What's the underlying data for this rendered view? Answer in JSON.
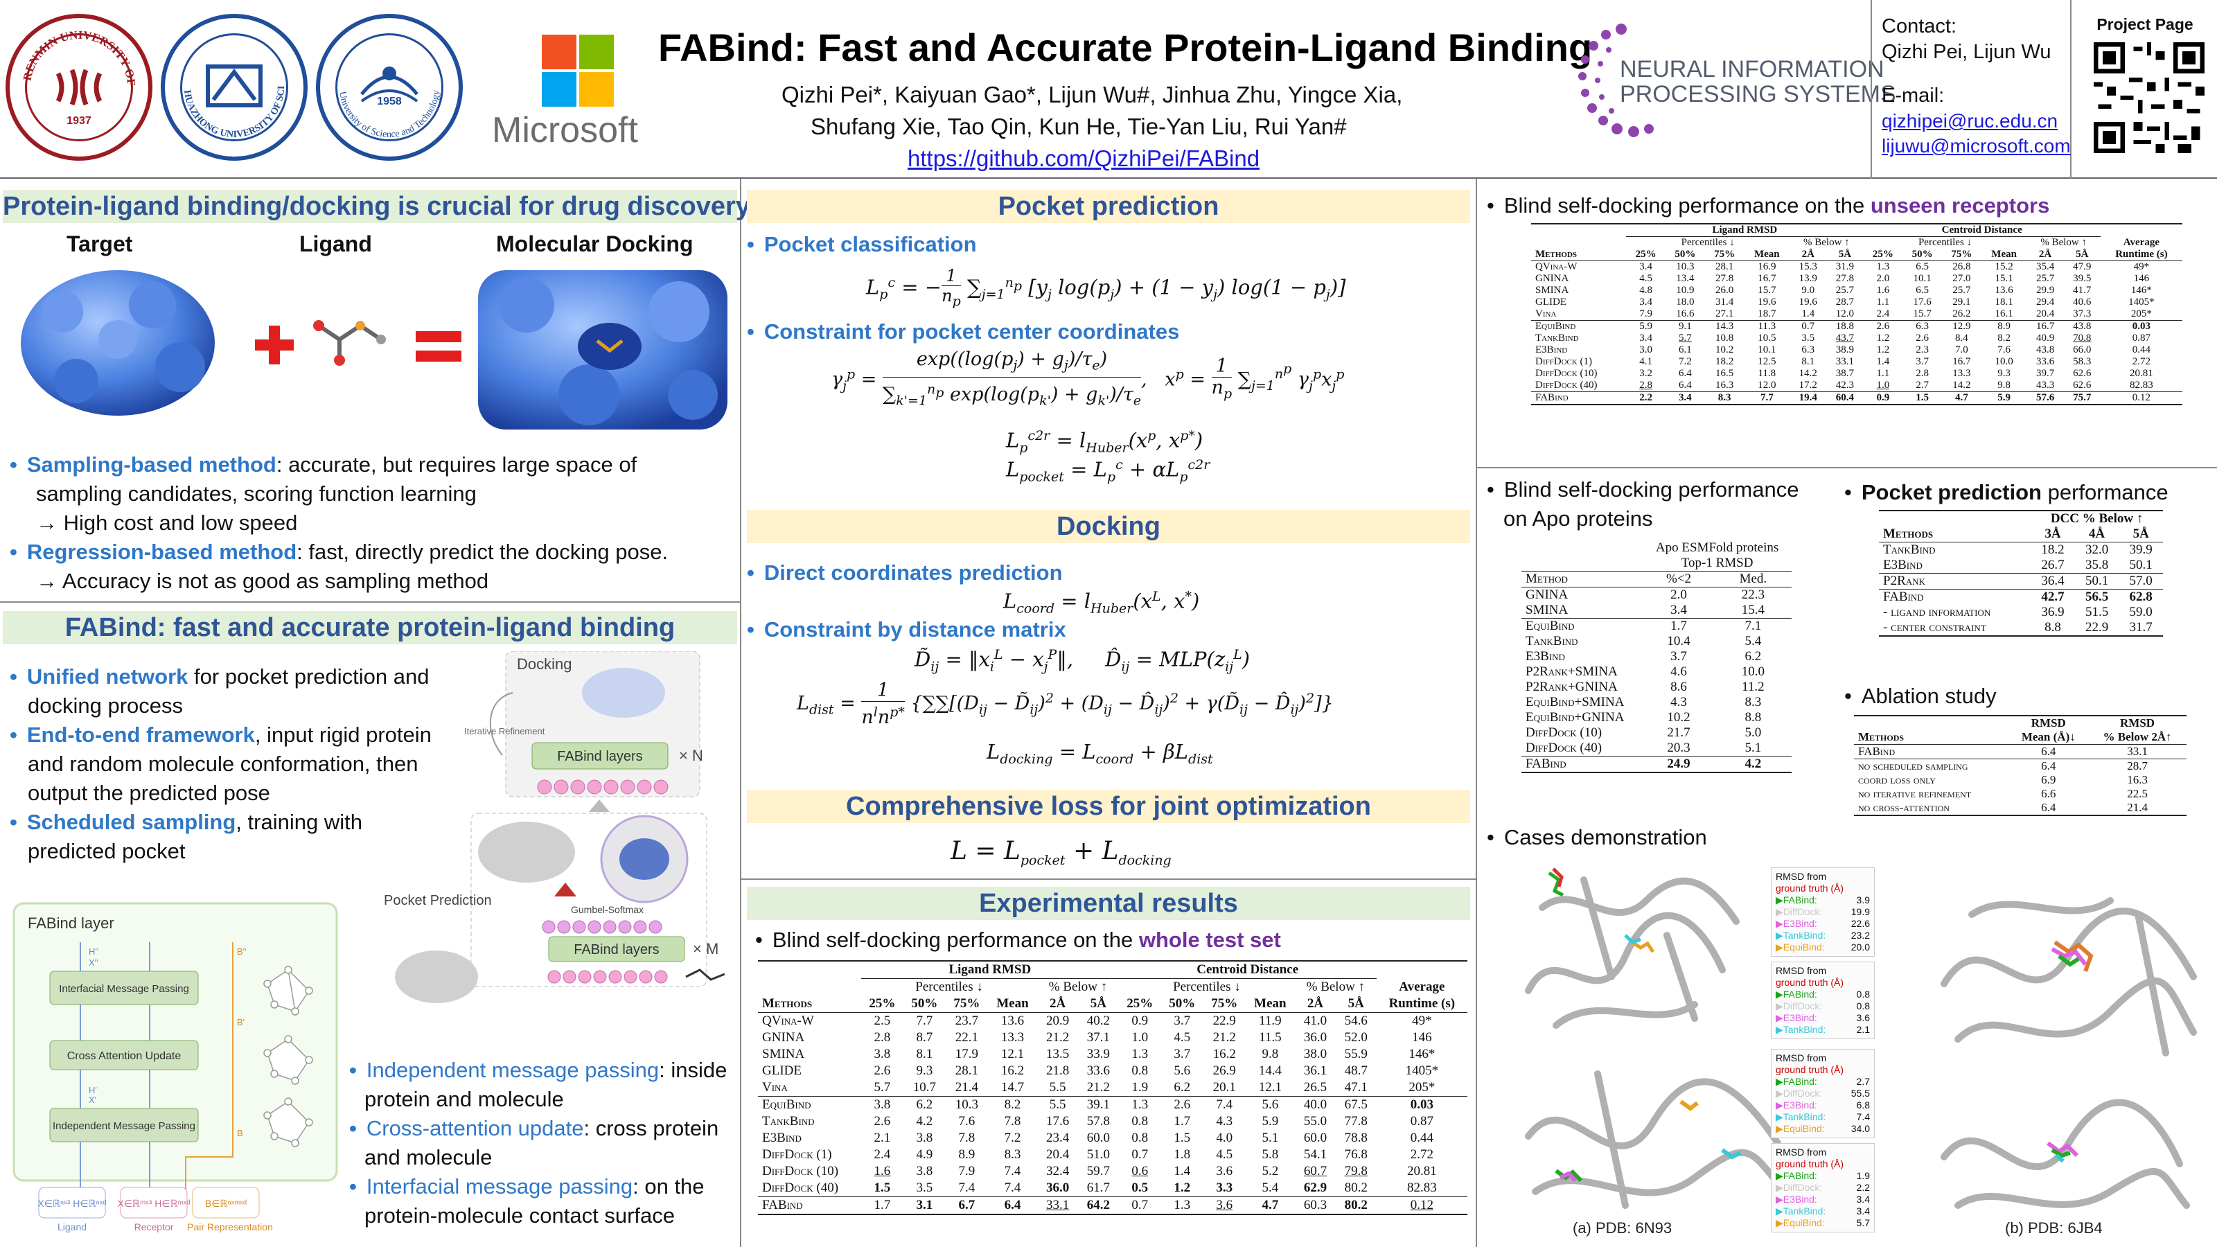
{
  "header": {
    "title": "FABind: Fast and Accurate Protein-Ligand Binding",
    "authors_line1": "Qizhi Pei*, Kaiyuan Gao*, Lijun Wu#, Jinhua Zhu, Yingce Xia,",
    "authors_line2": "Shufang Xie, Tao Qin, Kun He, Tie-Yan Liu, Rui Yan#",
    "repo": "https://github.com/QizhiPei/FABind",
    "microsoft": "Microsoft",
    "neurips": [
      "NEURAL INFORMATION",
      "PROCESSING SYSTEMS"
    ],
    "logo_ruc_text": "RENMIN UNIVERSITY OF CHINA",
    "logo_ruc_year": "1937",
    "logo_hust_text": "HUAZHONG UNIVERSITY OF SCIENCE AND TECHNOLOGY",
    "logo_ustc_text": "University of Science and Technology of China",
    "logo_ustc_year": "1958",
    "contact_label": "Contact:",
    "contact_names": "Qizhi Pei, Lijun Wu",
    "email_label": "E-mail:",
    "email1": "qizhipei@ruc.edu.cn",
    "email2": "lijuwu@microsoft.com",
    "project_page": "Project Page"
  },
  "colors": {
    "accent_blue": "#2f78c8",
    "title_blue": "#2f5597",
    "purple": "#7030a0",
    "green_bg": "#e2efd9",
    "yellow_bg": "#fff2cc"
  },
  "col1": {
    "sec1_title": "Protein-ligand binding/docking is crucial for drug discovery",
    "fig_target": "Target",
    "fig_ligand": "Ligand",
    "fig_docking": "Molecular Docking",
    "b1_strong": "Sampling-based method",
    "b1_rest": ": accurate, but requires large space of",
    "b1_line2": "sampling candidates, scoring function learning",
    "b1_line3": "→ High cost and low speed",
    "b2_strong": "Regression-based method",
    "b2_rest": ": fast, directly predict the docking pose.",
    "b2_line2": "→ Accuracy is not as good as sampling method",
    "sec2_title": "FABind: fast and accurate protein-ligand binding",
    "c1_strong": "Unified network",
    "c1_rest": " for pocket prediction and",
    "c1_line2": "docking process",
    "c2_strong": "End-to-end framework",
    "c2_rest": ", input rigid protein",
    "c2_line2": "and random molecule conformation, then",
    "c2_line3": "output the predicted pose",
    "c3_strong": "Scheduled sampling",
    "c3_rest": ", training with",
    "c3_line2": "predicted pocket",
    "d1_strong": "Independent message passing",
    "d1_rest": ": inside",
    "d1_line2": "protein and molecule",
    "d2_strong": "Cross-attention update",
    "d2_rest": ": cross protein",
    "d2_line2": "and molecule",
    "d3_strong": "Interfacial message passing",
    "d3_rest": ": on the",
    "d3_line2": "protein-molecule contact surface",
    "diag": {
      "layer_title": "FABind layer",
      "interfacial": "Interfacial Message Passing",
      "cross_att": "Cross Attention Update",
      "independent": "Independent Message Passing",
      "ligand": "Ligand",
      "receptor": "Receptor",
      "pair": "Pair Representation",
      "docking": "Docking",
      "iterative": "Iterative Refinement",
      "fabind_layers": "FABind layers",
      "xN": "× N",
      "xM": "× M",
      "pocket_pred": "Pocket Prediction",
      "gumbel": "Gumbel-Softmax",
      "h_labels": [
        "H''",
        "X''",
        "H'",
        "X'",
        "B''",
        "B'",
        "B"
      ],
      "lig_math": "X∈ℝⁿˣ³ H∈ℝⁿˣᵈ",
      "rec_math": "X∈ℝᵐˣ³ H∈ℝᵐˣᵈ",
      "pair_math": "B∈ℝⁿˣᵐˣᵈ"
    }
  },
  "col2": {
    "pocket_title": "Pocket prediction",
    "pc_label": "Pocket classification",
    "pcc_label": "Constraint for pocket center coordinates",
    "docking_title": "Docking",
    "dcp_label": "Direct coordinates prediction",
    "cdm_label": "Constraint by distance matrix",
    "loss_title": "Comprehensive loss for joint optimization",
    "exp_title": "Experimental results",
    "exp_sub_pre": "Blind self-docking performance on the ",
    "exp_sub_em": "whole test set"
  },
  "col3": {
    "unseen_pre": "Blind self-docking performance on the ",
    "unseen_em": "unseen receptors",
    "apo_line1": "Blind self-docking performance",
    "apo_line2": "on Apo proteins",
    "pocket_perf_strong": "Pocket prediction",
    "pocket_perf_rest": " performance",
    "ablation": "Ablation study",
    "cases": "Cases demonstration",
    "case_a": "(a) PDB: 6N93",
    "case_b": "(b) PDB: 6JB4"
  },
  "table_whole": {
    "grp_lig": "Ligand RMSD",
    "grp_cen": "Centroid Distance",
    "sub_pct": "Percentiles ↓",
    "sub_below": "% Below ↑",
    "avg": "Average",
    "cols": [
      "Methods",
      "25%",
      "50%",
      "75%",
      "Mean",
      "2Å",
      "5Å",
      "25%",
      "50%",
      "75%",
      "Mean",
      "2Å",
      "5Å",
      "Runtime (s)"
    ],
    "rows1": [
      [
        "QVina-W",
        "2.5",
        "7.7",
        "23.7",
        "13.6",
        "20.9",
        "40.2",
        "0.9",
        "3.7",
        "22.9",
        "11.9",
        "41.0",
        "54.6",
        "49*"
      ],
      [
        "GNINA",
        "2.8",
        "8.7",
        "22.1",
        "13.3",
        "21.2",
        "37.1",
        "1.0",
        "4.5",
        "21.2",
        "11.5",
        "36.0",
        "52.0",
        "146"
      ],
      [
        "SMINA",
        "3.8",
        "8.1",
        "17.9",
        "12.1",
        "13.5",
        "33.9",
        "1.3",
        "3.7",
        "16.2",
        "9.8",
        "38.0",
        "55.9",
        "146*"
      ],
      [
        "GLIDE",
        "2.6",
        "9.3",
        "28.1",
        "16.2",
        "21.8",
        "33.6",
        "0.8",
        "5.6",
        "26.9",
        "14.4",
        "36.1",
        "48.7",
        "1405*"
      ],
      [
        "Vina",
        "5.7",
        "10.7",
        "21.4",
        "14.7",
        "5.5",
        "21.2",
        "1.9",
        "6.2",
        "20.1",
        "12.1",
        "26.5",
        "47.1",
        "205*"
      ]
    ],
    "rows2": [
      [
        "EquiBind",
        "3.8",
        "6.2",
        "10.3",
        "8.2",
        "5.5",
        "39.1",
        "1.3",
        "2.6",
        "7.4",
        "5.6",
        "40.0",
        "67.5",
        "0.03"
      ],
      [
        "TankBind",
        "2.6",
        "4.2",
        "7.6",
        "7.8",
        "17.6",
        "57.8",
        "0.8",
        "1.7",
        "4.3",
        "5.9",
        "55.0",
        "77.8",
        "0.87"
      ],
      [
        "E3Bind",
        "2.1",
        "3.8",
        "7.8",
        "7.2",
        "23.4",
        "60.0",
        "0.8",
        "1.5",
        "4.0",
        "5.1",
        "60.0",
        "78.8",
        "0.44"
      ],
      [
        "DiffDock (1)",
        "2.4",
        "4.9",
        "8.9",
        "8.3",
        "20.4",
        "51.0",
        "0.7",
        "1.8",
        "4.5",
        "5.8",
        "54.1",
        "76.8",
        "2.72"
      ],
      [
        "DiffDock (10)",
        "1.6",
        "3.8",
        "7.9",
        "7.4",
        "32.4",
        "59.7",
        "0.6",
        "1.4",
        "3.6",
        "5.2",
        "60.7",
        "79.8",
        "20.81"
      ],
      [
        "DiffDock (40)",
        "1.5",
        "3.5",
        "7.4",
        "7.4",
        "36.0",
        "61.7",
        "0.5",
        "1.2",
        "3.3",
        "5.4",
        "62.9",
        "80.2",
        "82.83"
      ]
    ],
    "rows3": [
      [
        "FABind",
        "1.7",
        "3.1",
        "6.7",
        "6.4",
        "33.1",
        "64.2",
        "0.7",
        "1.3",
        "3.6",
        "4.7",
        "60.3",
        "80.2",
        "0.12"
      ]
    ]
  },
  "table_unseen": {
    "grp_lig": "Ligand RMSD",
    "grp_cen": "Centroid Distance",
    "sub_pct": "Percentiles ↓",
    "sub_below": "% Below ↑",
    "avg": "Average",
    "cols": [
      "Methods",
      "25%",
      "50%",
      "75%",
      "Mean",
      "2Å",
      "5Å",
      "25%",
      "50%",
      "75%",
      "Mean",
      "2Å",
      "5Å",
      "Runtime (s)"
    ],
    "rows1": [
      [
        "QVina-W",
        "3.4",
        "10.3",
        "28.1",
        "16.9",
        "15.3",
        "31.9",
        "1.3",
        "6.5",
        "26.8",
        "15.2",
        "35.4",
        "47.9",
        "49*"
      ],
      [
        "GNINA",
        "4.5",
        "13.4",
        "27.8",
        "16.7",
        "13.9",
        "27.8",
        "2.0",
        "10.1",
        "27.0",
        "15.1",
        "25.7",
        "39.5",
        "146"
      ],
      [
        "SMINA",
        "4.8",
        "10.9",
        "26.0",
        "15.7",
        "9.0",
        "25.7",
        "1.6",
        "6.5",
        "25.7",
        "13.6",
        "29.9",
        "41.7",
        "146*"
      ],
      [
        "GLIDE",
        "3.4",
        "18.0",
        "31.4",
        "19.6",
        "19.6",
        "28.7",
        "1.1",
        "17.6",
        "29.1",
        "18.1",
        "29.4",
        "40.6",
        "1405*"
      ],
      [
        "Vina",
        "7.9",
        "16.6",
        "27.1",
        "18.7",
        "1.4",
        "12.0",
        "2.4",
        "15.7",
        "26.2",
        "16.1",
        "20.4",
        "37.3",
        "205*"
      ]
    ],
    "rows2": [
      [
        "EquiBind",
        "5.9",
        "9.1",
        "14.3",
        "11.3",
        "0.7",
        "18.8",
        "2.6",
        "6.3",
        "12.9",
        "8.9",
        "16.7",
        "43.8",
        "0.03"
      ],
      [
        "TankBind",
        "3.4",
        "5.7",
        "10.8",
        "10.5",
        "3.5",
        "43.7",
        "1.2",
        "2.6",
        "8.4",
        "8.2",
        "40.9",
        "70.8",
        "0.87"
      ],
      [
        "E3Bind",
        "3.0",
        "6.1",
        "10.2",
        "10.1",
        "6.3",
        "38.9",
        "1.2",
        "2.3",
        "7.0",
        "7.6",
        "43.8",
        "66.0",
        "0.44"
      ],
      [
        "DiffDock (1)",
        "4.1",
        "7.2",
        "18.2",
        "12.5",
        "8.1",
        "33.1",
        "1.4",
        "3.7",
        "16.7",
        "10.0",
        "33.6",
        "58.3",
        "2.72"
      ],
      [
        "DiffDock (10)",
        "3.2",
        "6.4",
        "16.5",
        "11.8",
        "14.2",
        "38.7",
        "1.1",
        "2.8",
        "13.3",
        "9.3",
        "39.7",
        "62.6",
        "20.81"
      ],
      [
        "DiffDock (40)",
        "2.8",
        "6.4",
        "16.3",
        "12.0",
        "17.2",
        "42.3",
        "1.0",
        "2.7",
        "14.2",
        "9.8",
        "43.3",
        "62.6",
        "82.83"
      ]
    ],
    "rows3": [
      [
        "FABind",
        "2.2",
        "3.4",
        "8.3",
        "7.7",
        "19.4",
        "60.4",
        "0.9",
        "1.5",
        "4.7",
        "5.9",
        "57.6",
        "75.7",
        "0.12"
      ]
    ]
  },
  "table_apo": {
    "head1": "Apo ESMFold proteins",
    "head2": "Top-1 RMSD",
    "cols": [
      "Method",
      "%<2",
      "Med."
    ],
    "rows1": [
      [
        "GNINA",
        "2.0",
        "22.3"
      ],
      [
        "SMINA",
        "3.4",
        "15.4"
      ]
    ],
    "rows2": [
      [
        "EquiBind",
        "1.7",
        "7.1"
      ],
      [
        "TankBind",
        "10.4",
        "5.4"
      ],
      [
        "E3Bind",
        "3.7",
        "6.2"
      ],
      [
        "P2Rank+SMINA",
        "4.6",
        "10.0"
      ],
      [
        "P2Rank+GNINA",
        "8.6",
        "11.2"
      ],
      [
        "EquiBind+SMINA",
        "4.3",
        "8.3"
      ],
      [
        "EquiBind+GNINA",
        "10.2",
        "8.8"
      ],
      [
        "DiffDock (10)",
        "21.7",
        "5.0"
      ],
      [
        "DiffDock (40)",
        "20.3",
        "5.1"
      ]
    ],
    "rows3": [
      [
        "FABind",
        "24.9",
        "4.2"
      ]
    ]
  },
  "table_pocket": {
    "grp": "DCC % Below ↑",
    "cols": [
      "Methods",
      "3Å",
      "4Å",
      "5Å"
    ],
    "rows1": [
      [
        "TankBind",
        "18.2",
        "32.0",
        "39.9"
      ],
      [
        "E3Bind",
        "26.7",
        "35.8",
        "50.1"
      ]
    ],
    "rows2": [
      [
        "P2Rank",
        "36.4",
        "50.1",
        "57.0"
      ]
    ],
    "rows3": [
      [
        "FABind",
        "42.7",
        "56.5",
        "62.8"
      ],
      [
        "- ligand information",
        "36.9",
        "51.5",
        "59.0"
      ],
      [
        "- center constraint",
        "8.8",
        "22.9",
        "31.7"
      ]
    ]
  },
  "table_ablation": {
    "cols": [
      "Methods",
      "RMSD Mean (Å)↓",
      "RMSD % Below 2Å↑"
    ],
    "col_h1": [
      "RMSD",
      "RMSD"
    ],
    "col_h2": [
      "Mean (Å)↓",
      "% Below 2Å↑"
    ],
    "rows1": [
      [
        "FABind",
        "6.4",
        "33.1"
      ]
    ],
    "rows2": [
      [
        "no scheduled sampling",
        "6.4",
        "28.7"
      ],
      [
        "coord loss only",
        "6.9",
        "16.3"
      ],
      [
        "no iterative refinement",
        "6.6",
        "22.5"
      ],
      [
        "no cross-attention",
        "6.4",
        "21.4"
      ]
    ]
  },
  "cases": {
    "rmsd_label1": "RMSD from",
    "rmsd_label2": "ground truth (Å)",
    "boxes": [
      [
        [
          "FABind",
          "3.9"
        ],
        [
          "DiffDock",
          "19.9"
        ],
        [
          "E3Bind",
          "22.6"
        ],
        [
          "TankBind",
          "23.2"
        ],
        [
          "EquiBind",
          "20.0"
        ]
      ],
      [
        [
          "FABind",
          "0.8"
        ],
        [
          "DiffDock",
          "0.8"
        ],
        [
          "E3Bind",
          "3.6"
        ],
        [
          "TankBind",
          "2.1"
        ]
      ],
      [
        [
          "FABind",
          "2.7"
        ],
        [
          "DiffDock",
          "55.5"
        ],
        [
          "E3Bind",
          "6.8"
        ],
        [
          "TankBind",
          "7.4"
        ],
        [
          "EquiBind",
          "34.0"
        ]
      ],
      [
        [
          "FABind",
          "1.9"
        ],
        [
          "DiffDock",
          "2.2"
        ],
        [
          "E3Bind",
          "3.4"
        ],
        [
          "TankBind",
          "3.4"
        ],
        [
          "EquiBind",
          "5.7"
        ]
      ]
    ],
    "method_colors": {
      "FABind": "#1aa31a",
      "DiffDock": "#c8c8c8",
      "E3Bind": "#e060e0",
      "TankBind": "#38c8d8",
      "EquiBind": "#e8a020"
    }
  }
}
